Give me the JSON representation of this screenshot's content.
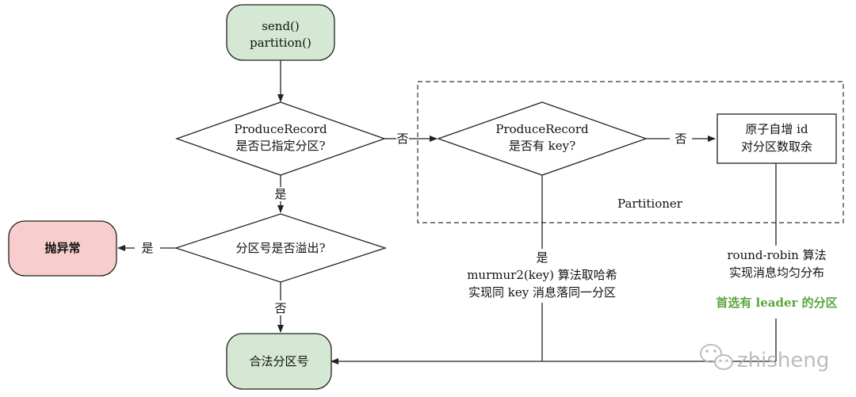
{
  "nodes": {
    "start": {
      "line1": "send()",
      "line2": "partition()",
      "fill": "#d5e8d4"
    },
    "specified_partition": {
      "line1": "ProduceRecord",
      "line2": "是否已指定分区?"
    },
    "overflow": {
      "label": "分区号是否溢出?"
    },
    "exception": {
      "label": "抛异常",
      "fill": "#f8cecc"
    },
    "valid_partition": {
      "label": "合法分区号",
      "fill": "#d5e8d4"
    },
    "has_key": {
      "line1": "ProduceRecord",
      "line2": "是否有 key?"
    },
    "round_robin_box": {
      "line1": "原子自增 id",
      "line2": "对分区数取余"
    }
  },
  "group": {
    "label": "Partitioner"
  },
  "edges": {
    "no_to_has_key": "否",
    "yes_to_overflow": "是",
    "yes_to_exception": "是",
    "no_to_valid": "否",
    "no_to_round_robin": "否"
  },
  "notes": {
    "key_hash": {
      "line1": "是",
      "line2": "murmur2(key) 算法取哈希",
      "line3": "实现同 key 消息落同一分区"
    },
    "round_robin": {
      "line1": "round-robin 算法",
      "line2": "实现消息均匀分布",
      "line3": "首选有 leader 的分区"
    }
  },
  "watermark": {
    "text": "zhisheng",
    "icon": "wechat-icon"
  },
  "colors": {
    "green_fill": "#d5e8d4",
    "red_fill": "#f8cecc",
    "highlight_text": "#5aa63c"
  }
}
